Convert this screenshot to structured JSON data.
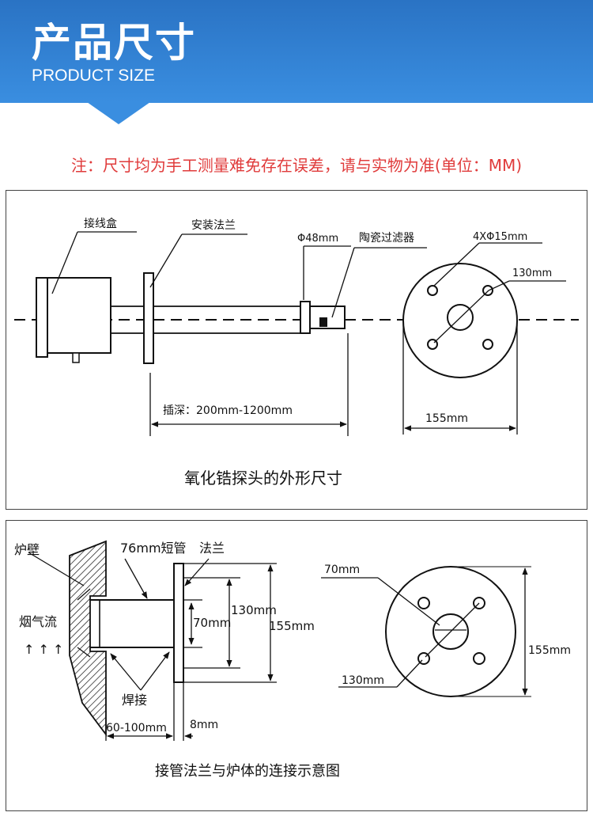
{
  "header": {
    "title_cn": "产品尺寸",
    "title_en": "PRODUCT SIZE",
    "accent_color": "#2f80d0"
  },
  "note": "注：尺寸均为手工测量难免存在误差，请与实物为准(单位：MM)",
  "diagram1": {
    "labels": {
      "junction_box": "接线盒",
      "mount_flange": "安装法兰",
      "diameter": "Φ48mm",
      "ceramic_filter": "陶瓷过滤器",
      "holes": "4XΦ15mm",
      "bolt_circle": "130mm",
      "insert_depth": "插深：200mm-1200mm",
      "flange_dia": "155mm"
    },
    "caption": "氧化锆探头的外形尺寸"
  },
  "diagram2": {
    "labels": {
      "furnace_wall": "炉壁",
      "short_pipe": "76mm短管",
      "flange": "法兰",
      "flue_gas": "烟气流",
      "weld": "焊接",
      "pipe_len": "60-100mm",
      "flange_thk": "8mm",
      "inner_dia": "70mm",
      "bolt_circle": "130mm",
      "outer_dia": "155mm",
      "r_inner": "70mm",
      "r_bolt": "130mm",
      "r_outer": "155mm"
    },
    "caption": "接管法兰与炉体的连接示意图"
  }
}
